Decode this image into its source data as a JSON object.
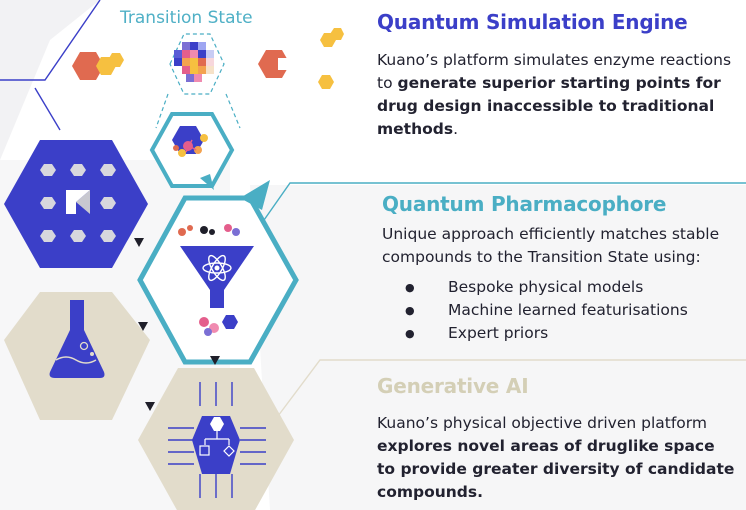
{
  "diagram": {
    "transition_state_label": "Transition State",
    "sections": [
      {
        "title": "Quantum Simulation Engine",
        "text_plain": "Kuano’s platform simulates enzyme reactions to ",
        "text_bold": "generate superior starting points for drug design inaccessible to traditional methods",
        "text_end": "."
      },
      {
        "title": "Quantum Pharmacophore",
        "text_plain": "Unique approach efficiently matches stable compounds to the Transition State using:",
        "bullets": [
          "Bespoke physical models",
          "Machine learned featurisations",
          "Expert priors"
        ]
      },
      {
        "title": "Generative AI",
        "text_plain": "Kuano’s physical objective driven platform ",
        "text_bold": "explores novel areas of druglike space to provide greater diversity of candidate compounds."
      }
    ]
  },
  "colors": {
    "navy": "#3b3fc8",
    "teal": "#4aaec4",
    "sand": "#e2dccb",
    "sand_text": "#d4cfb6",
    "coral": "#e06a50",
    "yellow": "#f6c040"
  },
  "icons": [
    "kuano-logo-icon",
    "flask-icon",
    "circuit-hexagon-icon",
    "funnel-atom-icon",
    "molecule-icon"
  ]
}
